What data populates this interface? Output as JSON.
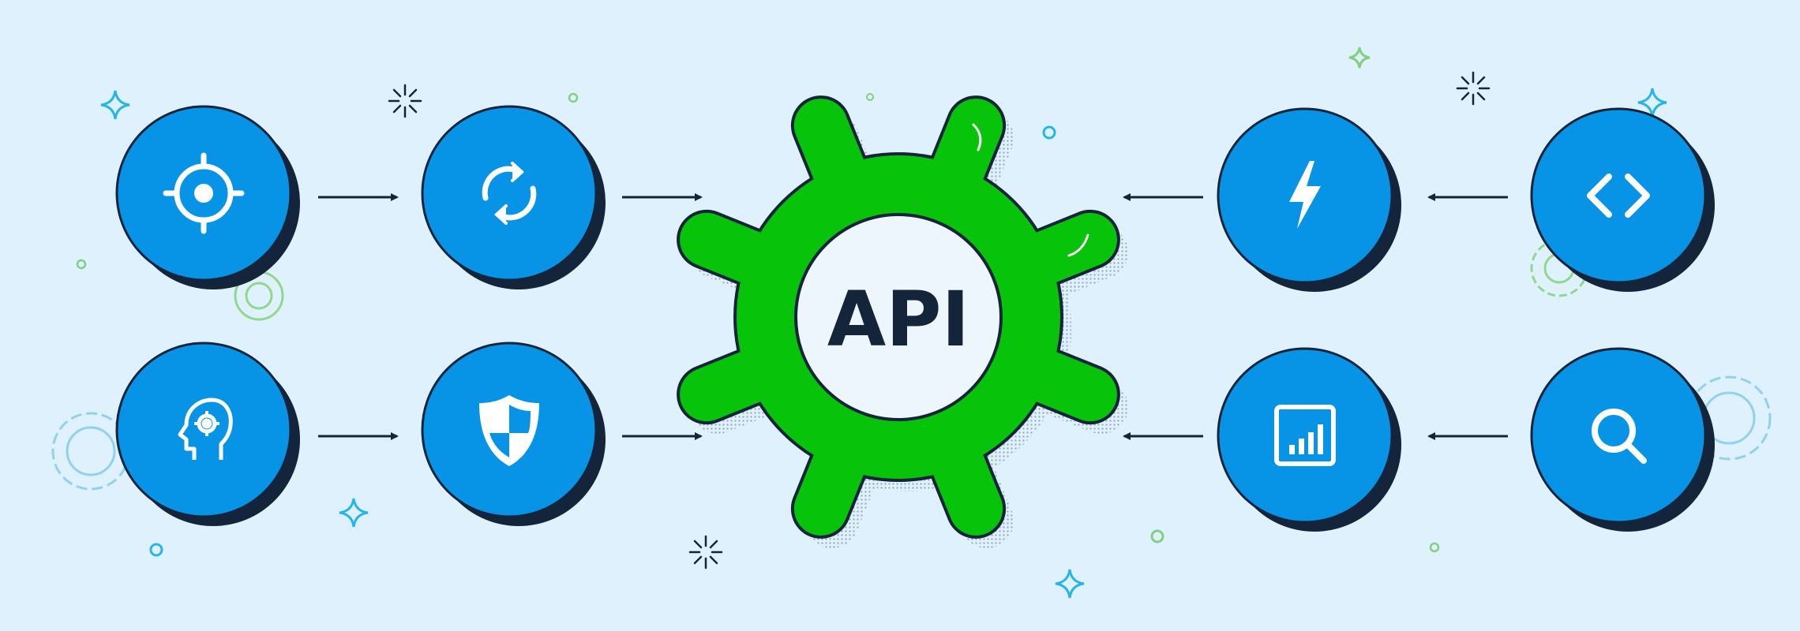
{
  "center": {
    "label": "API",
    "fill": "#07c30a",
    "hole_fill": "#eef6fd"
  },
  "nodes": [
    {
      "id": "target",
      "icon": "target-icon",
      "side": "left",
      "row": "top",
      "flow": "toward-center"
    },
    {
      "id": "sync",
      "icon": "sync-arrows-icon",
      "side": "left",
      "row": "top",
      "flow": "toward-center"
    },
    {
      "id": "ai-brain",
      "icon": "head-gear-icon",
      "side": "left",
      "row": "bottom",
      "flow": "toward-center"
    },
    {
      "id": "security",
      "icon": "shield-icon",
      "side": "left",
      "row": "bottom",
      "flow": "toward-center"
    },
    {
      "id": "lightning",
      "icon": "lightning-icon",
      "side": "right",
      "row": "top",
      "flow": "toward-center"
    },
    {
      "id": "code",
      "icon": "code-brackets-icon",
      "side": "right",
      "row": "top",
      "flow": "toward-center"
    },
    {
      "id": "analytics",
      "icon": "bar-chart-icon",
      "side": "right",
      "row": "bottom",
      "flow": "toward-center"
    },
    {
      "id": "search",
      "icon": "search-icon",
      "side": "right",
      "row": "bottom",
      "flow": "toward-center"
    }
  ],
  "colors": {
    "background": "#dff1fc",
    "node_fill": "#0794e6",
    "outline": "#14243a",
    "icon": "#ffffff",
    "accent_green": "#07c30a",
    "accent_blue": "#26b5e8"
  }
}
